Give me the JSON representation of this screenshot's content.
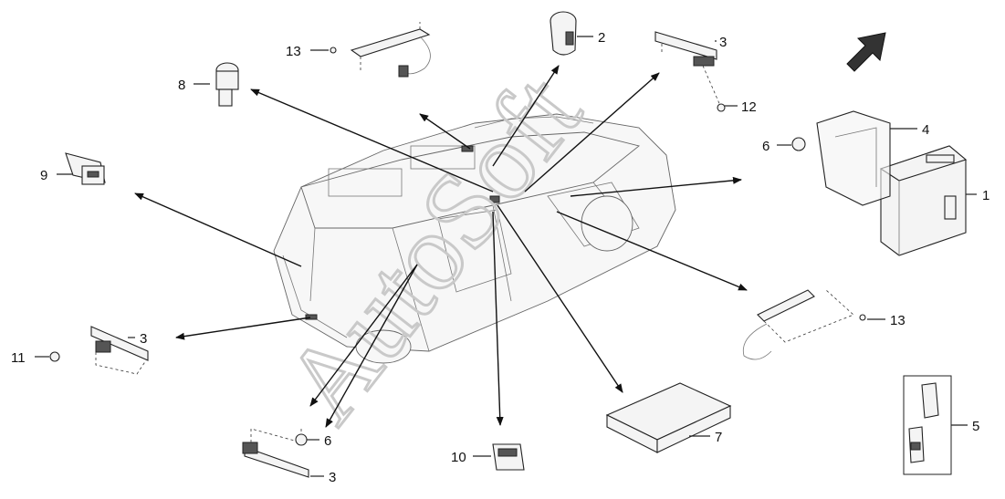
{
  "watermark": "AutoSoft",
  "callouts": [
    {
      "id": "c1",
      "label": "1"
    },
    {
      "id": "c2",
      "label": "2"
    },
    {
      "id": "c3a",
      "label": "3"
    },
    {
      "id": "c3b",
      "label": "3"
    },
    {
      "id": "c3c",
      "label": "3"
    },
    {
      "id": "c4",
      "label": "4"
    },
    {
      "id": "c5",
      "label": "5"
    },
    {
      "id": "c6a",
      "label": "6"
    },
    {
      "id": "c6b",
      "label": "6"
    },
    {
      "id": "c7",
      "label": "7"
    },
    {
      "id": "c8",
      "label": "8"
    },
    {
      "id": "c9",
      "label": "9"
    },
    {
      "id": "c10",
      "label": "10"
    },
    {
      "id": "c11",
      "label": "11"
    },
    {
      "id": "c12",
      "label": "12"
    },
    {
      "id": "c13a",
      "label": "13"
    },
    {
      "id": "c13b",
      "label": "13"
    }
  ],
  "icons": [
    "front-direction-arrow-icon",
    "vehicle-outline-icon"
  ]
}
